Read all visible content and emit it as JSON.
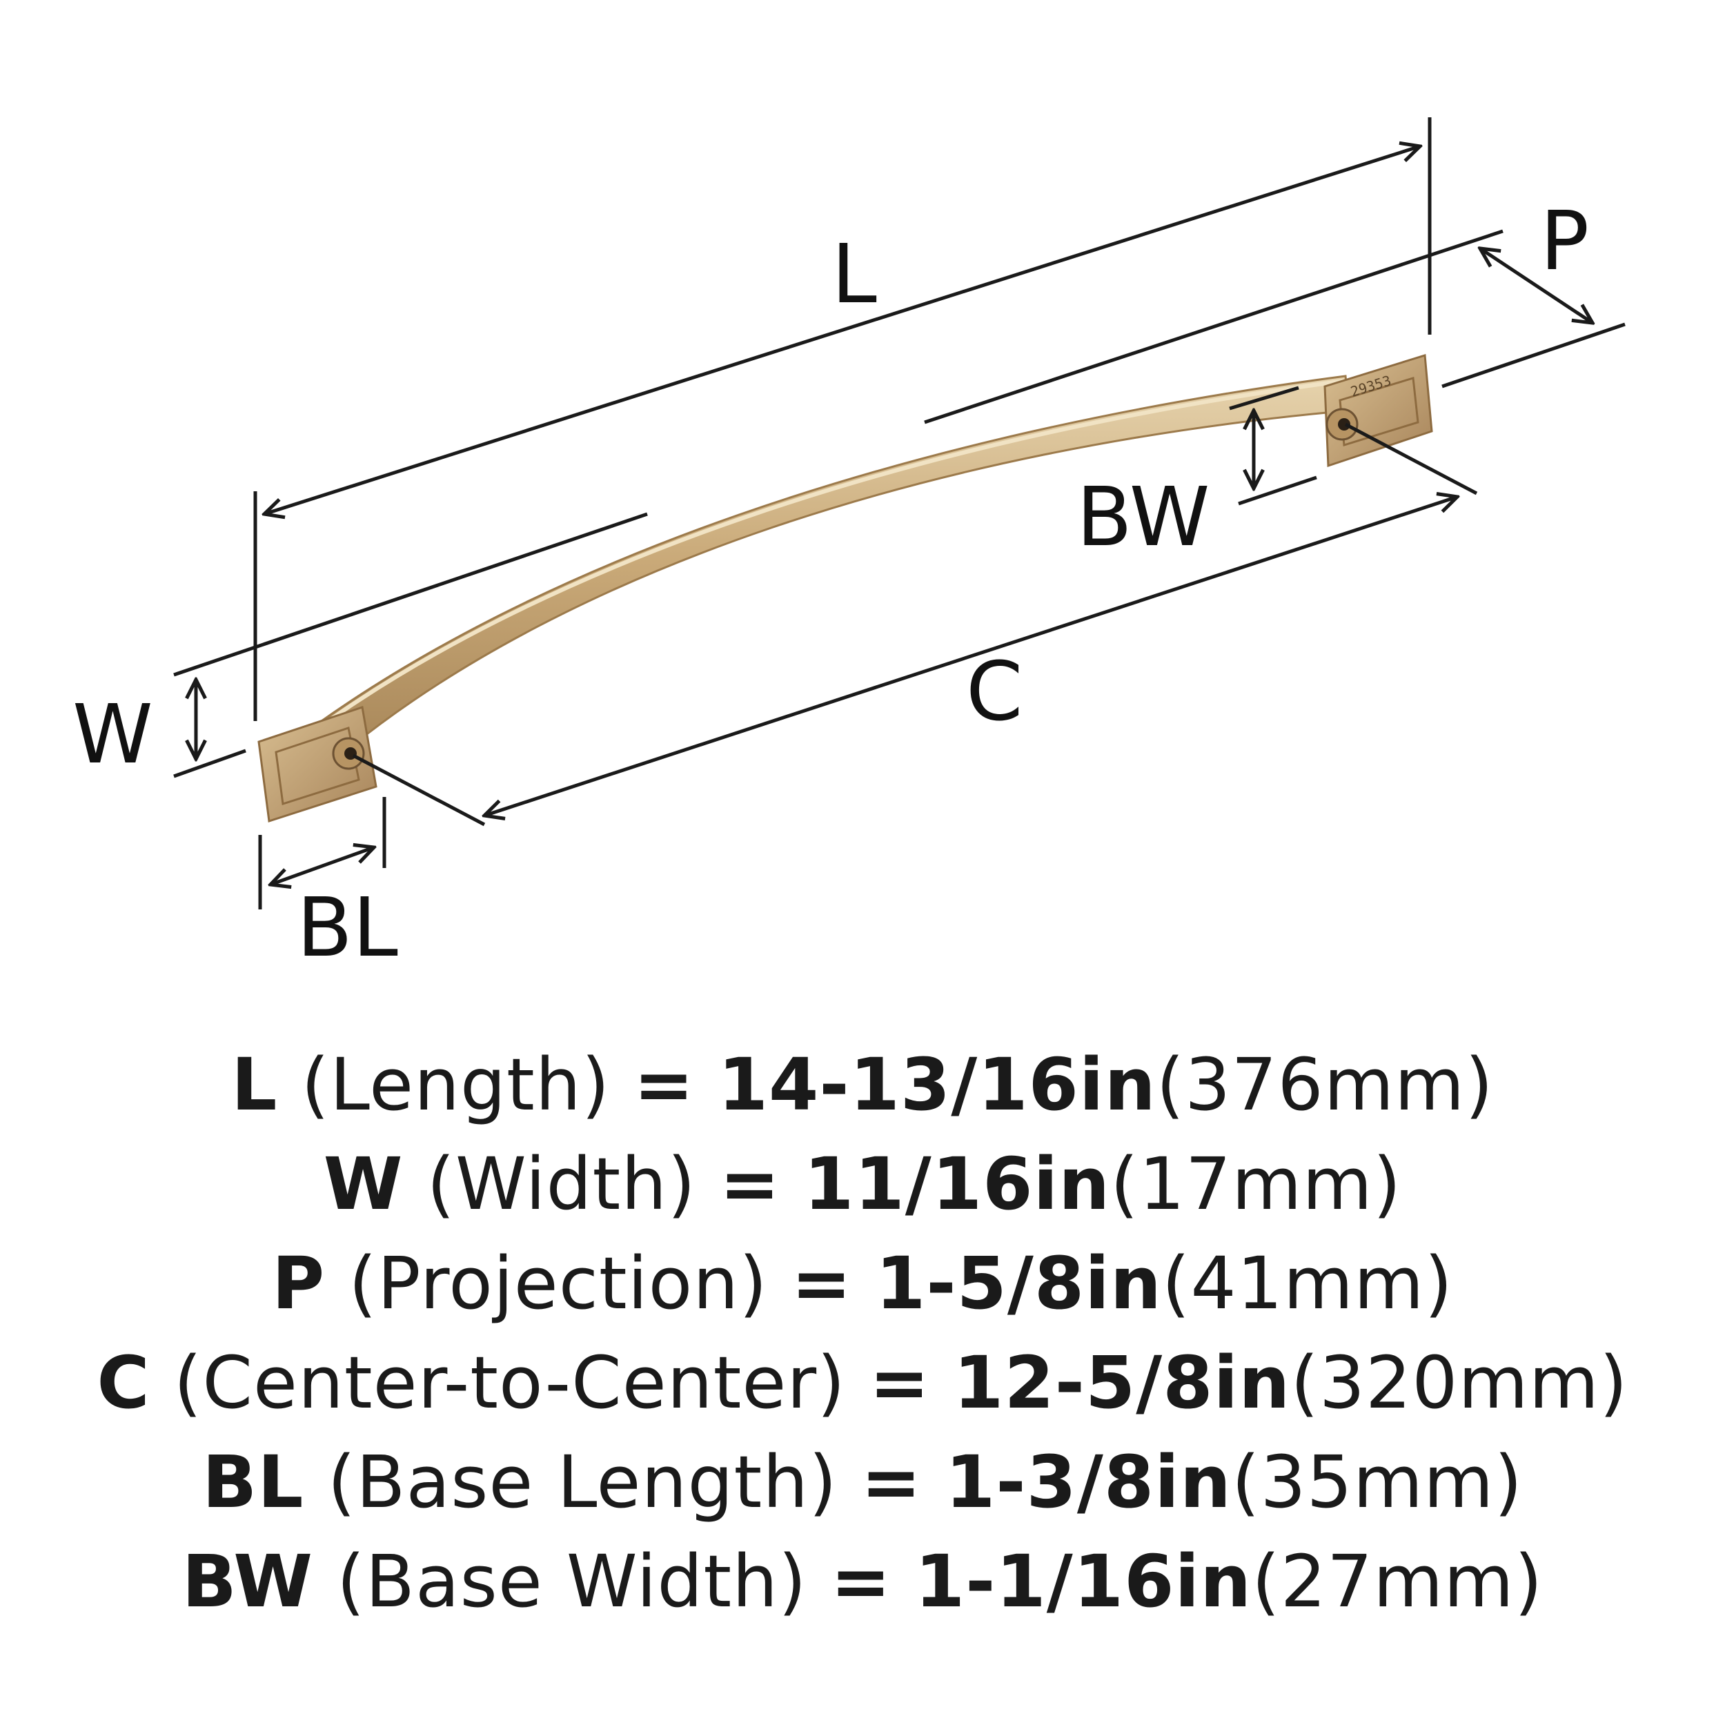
{
  "diagram": {
    "labels": {
      "L": "L",
      "P": "P",
      "BW": "BW",
      "W": "W",
      "C": "C",
      "BL": "BL"
    },
    "part_number": "29353",
    "colors": {
      "line": "#1a1a1a",
      "finish": "#c9a978",
      "finish_dark": "#9c7a4b",
      "finish_light": "#e3cfa8"
    }
  },
  "specs": [
    {
      "key": "L",
      "desc": "(Length)",
      "eq": "=",
      "imperial": "14-13/16in",
      "metric": "(376mm)"
    },
    {
      "key": "W",
      "desc": "(Width)",
      "eq": "=",
      "imperial": "11/16in",
      "metric": "(17mm)"
    },
    {
      "key": "P",
      "desc": "(Projection)",
      "eq": "=",
      "imperial": "1-5/8in",
      "metric": "(41mm)"
    },
    {
      "key": "C",
      "desc": "(Center-to-Center)",
      "eq": "=",
      "imperial": "12-5/8in",
      "metric": "(320mm)"
    },
    {
      "key": "BL",
      "desc": "(Base Length)",
      "eq": "=",
      "imperial": "1-3/8in",
      "metric": "(35mm)"
    },
    {
      "key": "BW",
      "desc": "(Base Width)",
      "eq": "=",
      "imperial": "1-1/16in",
      "metric": "(27mm)"
    }
  ]
}
